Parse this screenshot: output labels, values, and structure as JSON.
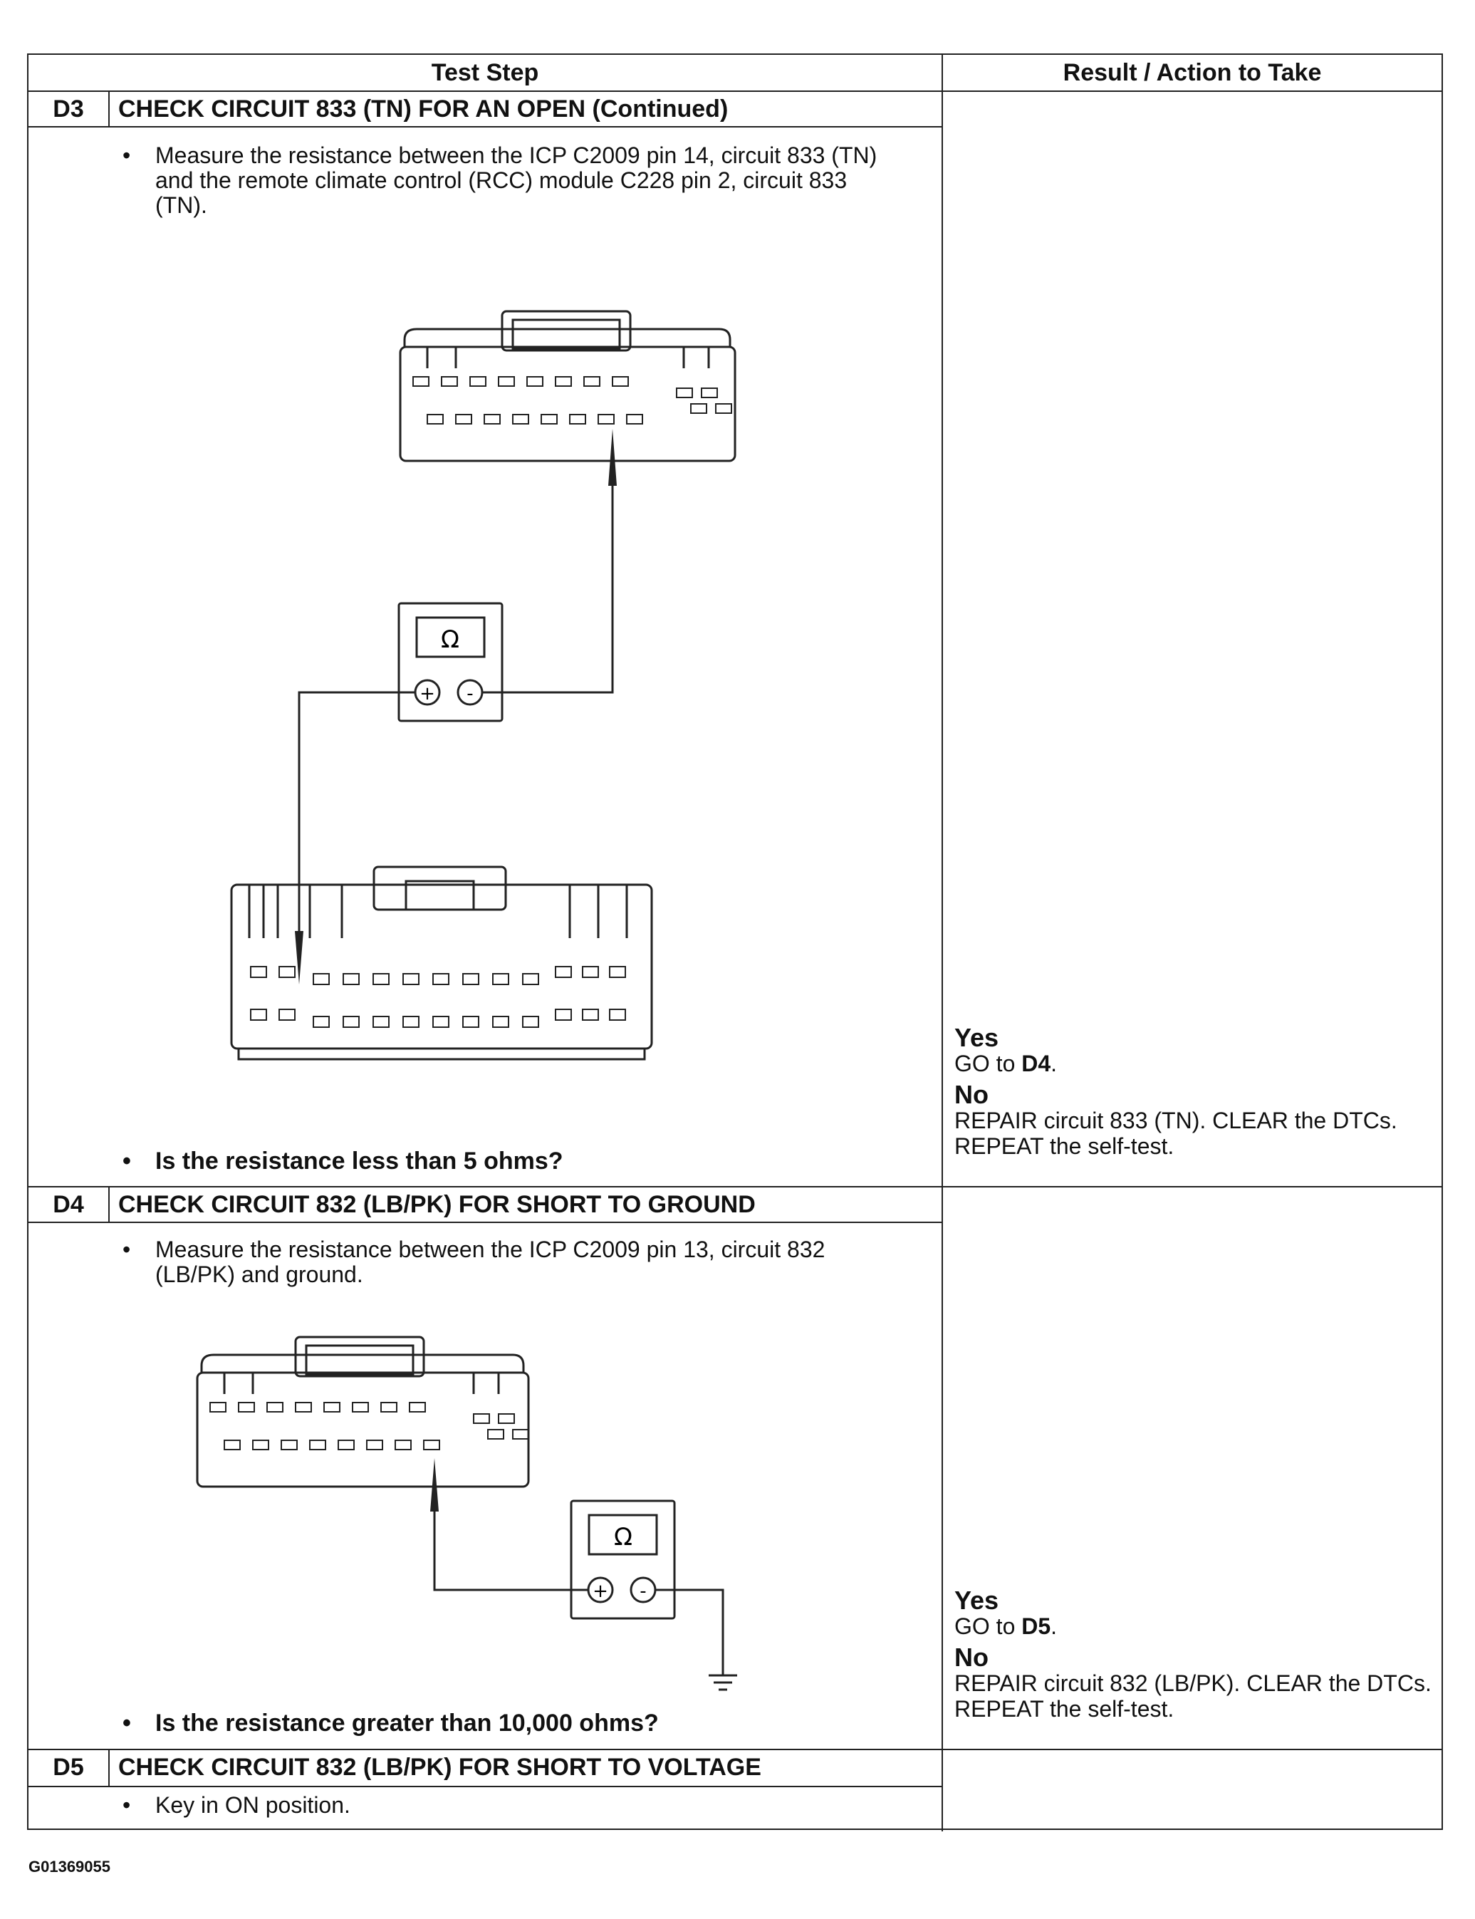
{
  "table": {
    "headers": {
      "test_step": "Test Step",
      "result": "Result / Action to Take"
    },
    "steps": [
      {
        "id": "D3",
        "title": "CHECK CIRCUIT 833 (TN) FOR AN OPEN (Continued)",
        "instruction": "Measure the resistance between the ICP C2009 pin 14, circuit 833 (TN) and the remote climate control (RCC) module C228 pin 2, circuit 833 (TN).",
        "question": "Is the resistance less than 5 ohms?",
        "yes_label": "Yes",
        "yes_pre": "GO to ",
        "yes_target": "D4",
        "yes_post": ".",
        "no_label": "No",
        "no_text": "REPAIR circuit 833 (TN). CLEAR the DTCs. REPEAT the self-test."
      },
      {
        "id": "D4",
        "title": "CHECK CIRCUIT 832 (LB/PK) FOR SHORT TO GROUND",
        "instruction": "Measure the resistance between the ICP C2009 pin 13, circuit 832 (LB/PK) and ground.",
        "question": "Is the resistance greater than 10,000 ohms?",
        "yes_label": "Yes",
        "yes_pre": "GO to ",
        "yes_target": "D5",
        "yes_post": ".",
        "no_label": "No",
        "no_text": "REPAIR circuit 832 (LB/PK). CLEAR the DTCs. REPEAT the self-test."
      },
      {
        "id": "D5",
        "title": "CHECK CIRCUIT 832 (LB/PK) FOR SHORT TO VOLTAGE",
        "instruction": "Key in ON position."
      }
    ]
  },
  "meter": {
    "symbol": "Ω",
    "plus": "+",
    "minus": "-"
  },
  "figure_id": "G01369055",
  "bullet_glyph": "•"
}
